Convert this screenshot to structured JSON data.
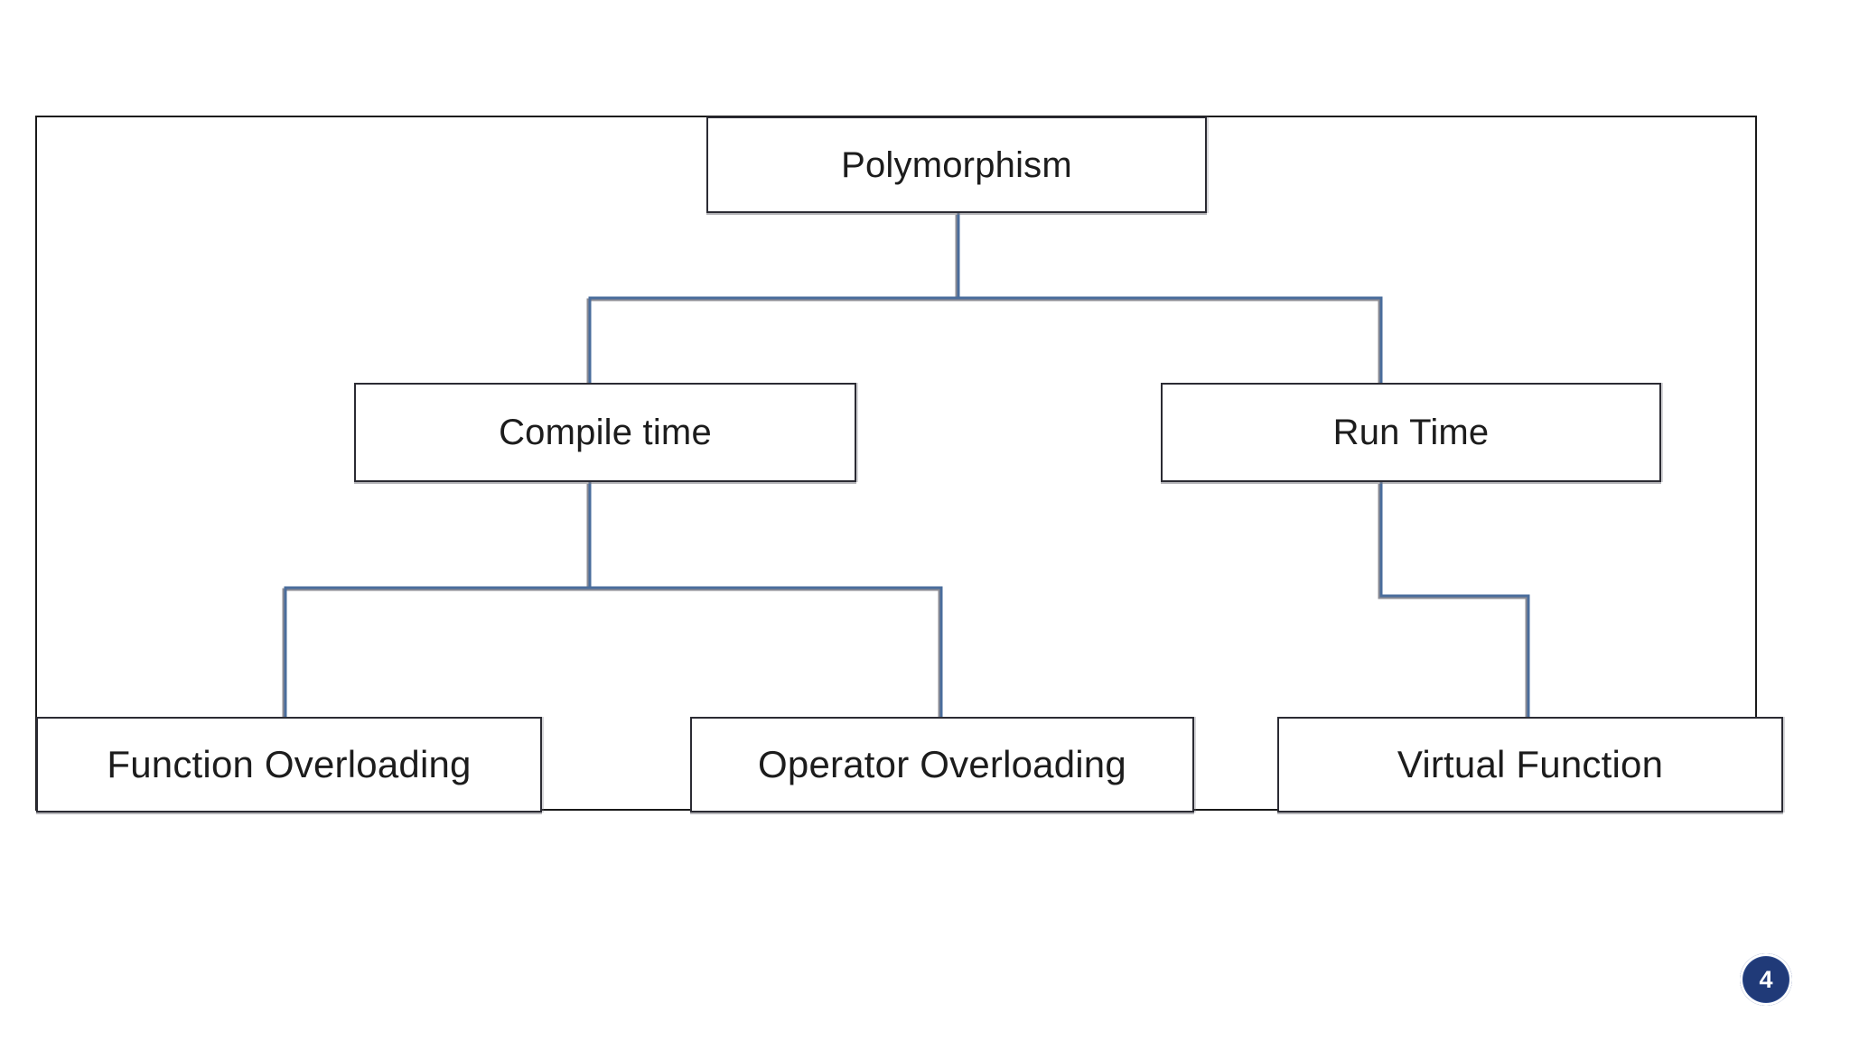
{
  "slide": {
    "background_color": "#ffffff",
    "number": "4",
    "badge_color": "#203a78"
  },
  "diagram": {
    "frame_border_color": "#1a1a1a",
    "node_border_color": "#2b2b33",
    "connector_color": "#4a6d9c",
    "connector_shadow_color": "#8c8c94",
    "nodes": [
      {
        "id": "polymorphism",
        "label": "Polymorphism",
        "level": 1
      },
      {
        "id": "compile-time",
        "label": "Compile time",
        "level": 2
      },
      {
        "id": "run-time",
        "label": "Run Time",
        "level": 2
      },
      {
        "id": "function-overloading",
        "label": "Function Overloading",
        "level": 3
      },
      {
        "id": "operator-overloading",
        "label": "Operator Overloading",
        "level": 3
      },
      {
        "id": "virtual-function",
        "label": "Virtual Function",
        "level": 3
      }
    ],
    "edges": [
      {
        "from": "polymorphism",
        "to": "compile-time"
      },
      {
        "from": "polymorphism",
        "to": "run-time"
      },
      {
        "from": "compile-time",
        "to": "function-overloading"
      },
      {
        "from": "compile-time",
        "to": "operator-overloading"
      },
      {
        "from": "run-time",
        "to": "virtual-function"
      }
    ]
  }
}
